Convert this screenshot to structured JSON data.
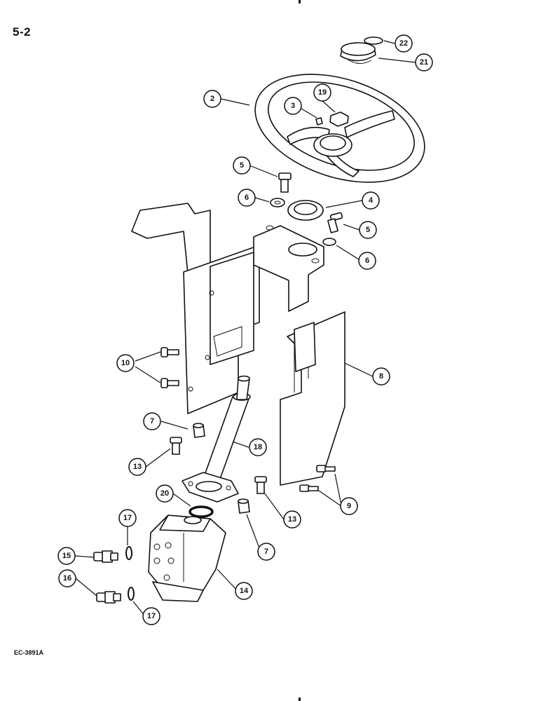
{
  "page": {
    "title": "5-2",
    "drawing_code": "EC-3891A"
  },
  "callouts": [
    {
      "id": "c22",
      "label": "22"
    },
    {
      "id": "c21",
      "label": "21"
    },
    {
      "id": "c2",
      "label": "2"
    },
    {
      "id": "c19",
      "label": "19"
    },
    {
      "id": "c3",
      "label": "3"
    },
    {
      "id": "c5a",
      "label": "5"
    },
    {
      "id": "c6a",
      "label": "6"
    },
    {
      "id": "c4",
      "label": "4"
    },
    {
      "id": "c5b",
      "label": "5"
    },
    {
      "id": "c6b",
      "label": "6"
    },
    {
      "id": "c10",
      "label": "10"
    },
    {
      "id": "c8",
      "label": "8"
    },
    {
      "id": "c7a",
      "label": "7"
    },
    {
      "id": "c18",
      "label": "18"
    },
    {
      "id": "c13a",
      "label": "13"
    },
    {
      "id": "c20",
      "label": "20"
    },
    {
      "id": "c9",
      "label": "9"
    },
    {
      "id": "c17a",
      "label": "17"
    },
    {
      "id": "c13b",
      "label": "13"
    },
    {
      "id": "c15",
      "label": "15"
    },
    {
      "id": "c7b",
      "label": "7"
    },
    {
      "id": "c16",
      "label": "16"
    },
    {
      "id": "c14",
      "label": "14"
    },
    {
      "id": "c17b",
      "label": "17"
    }
  ]
}
